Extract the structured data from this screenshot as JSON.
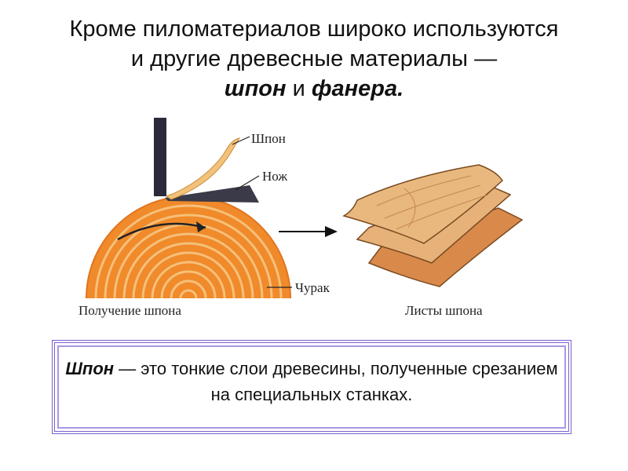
{
  "slide": {
    "title_line1": "Кроме пиломатериалов широко используются",
    "title_line2": "и другие древесные материалы —",
    "title_term1": "шпон",
    "title_and": " и ",
    "title_term2": "фанера."
  },
  "figure": {
    "label_veneer": "Шпон",
    "label_knife": "Нож",
    "label_log": "Чурак",
    "caption_left": "Получение шпона",
    "caption_right": "Листы шпона",
    "colors": {
      "wood_orange": "#f08a2a",
      "ring_light": "#f6c07a",
      "sheet_light": "#e8b478",
      "sheet_dark": "#d98a4a"
    }
  },
  "definition": {
    "term": "Шпон",
    "text": " — это тонкие слои древесины, полученные срезанием на специальных станках."
  }
}
